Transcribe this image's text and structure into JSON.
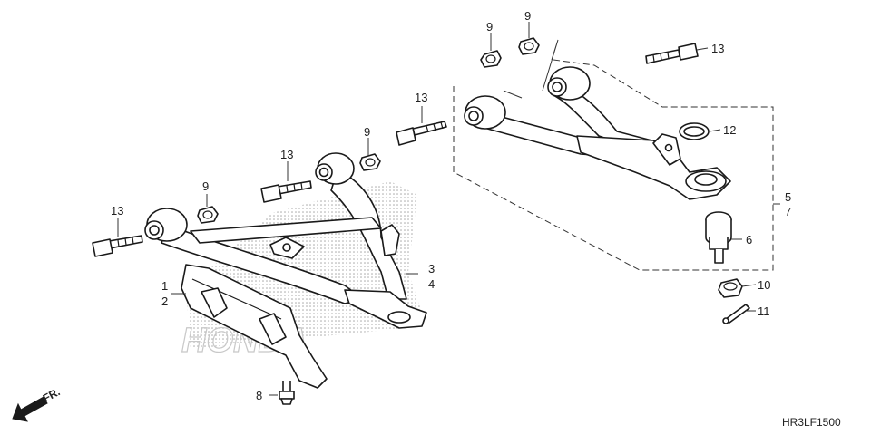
{
  "diagram": {
    "callouts": {
      "c1": "1",
      "c2": "2",
      "c3": "3",
      "c4": "4",
      "c5": "5",
      "c6": "6",
      "c7": "7",
      "c8": "8",
      "c9a": "9",
      "c9b": "9",
      "c9c": "9",
      "c9d": "9",
      "c10": "10",
      "c11": "11",
      "c12": "12",
      "c13a": "13",
      "c13b": "13",
      "c13c": "13",
      "c13d": "13"
    },
    "front_label": "FR.",
    "drawing_code": "HR3LF1500",
    "watermark": "HONDA",
    "colors": {
      "ink": "#1a1a1a",
      "shade": "#b0b0b0",
      "background": "#ffffff"
    }
  }
}
